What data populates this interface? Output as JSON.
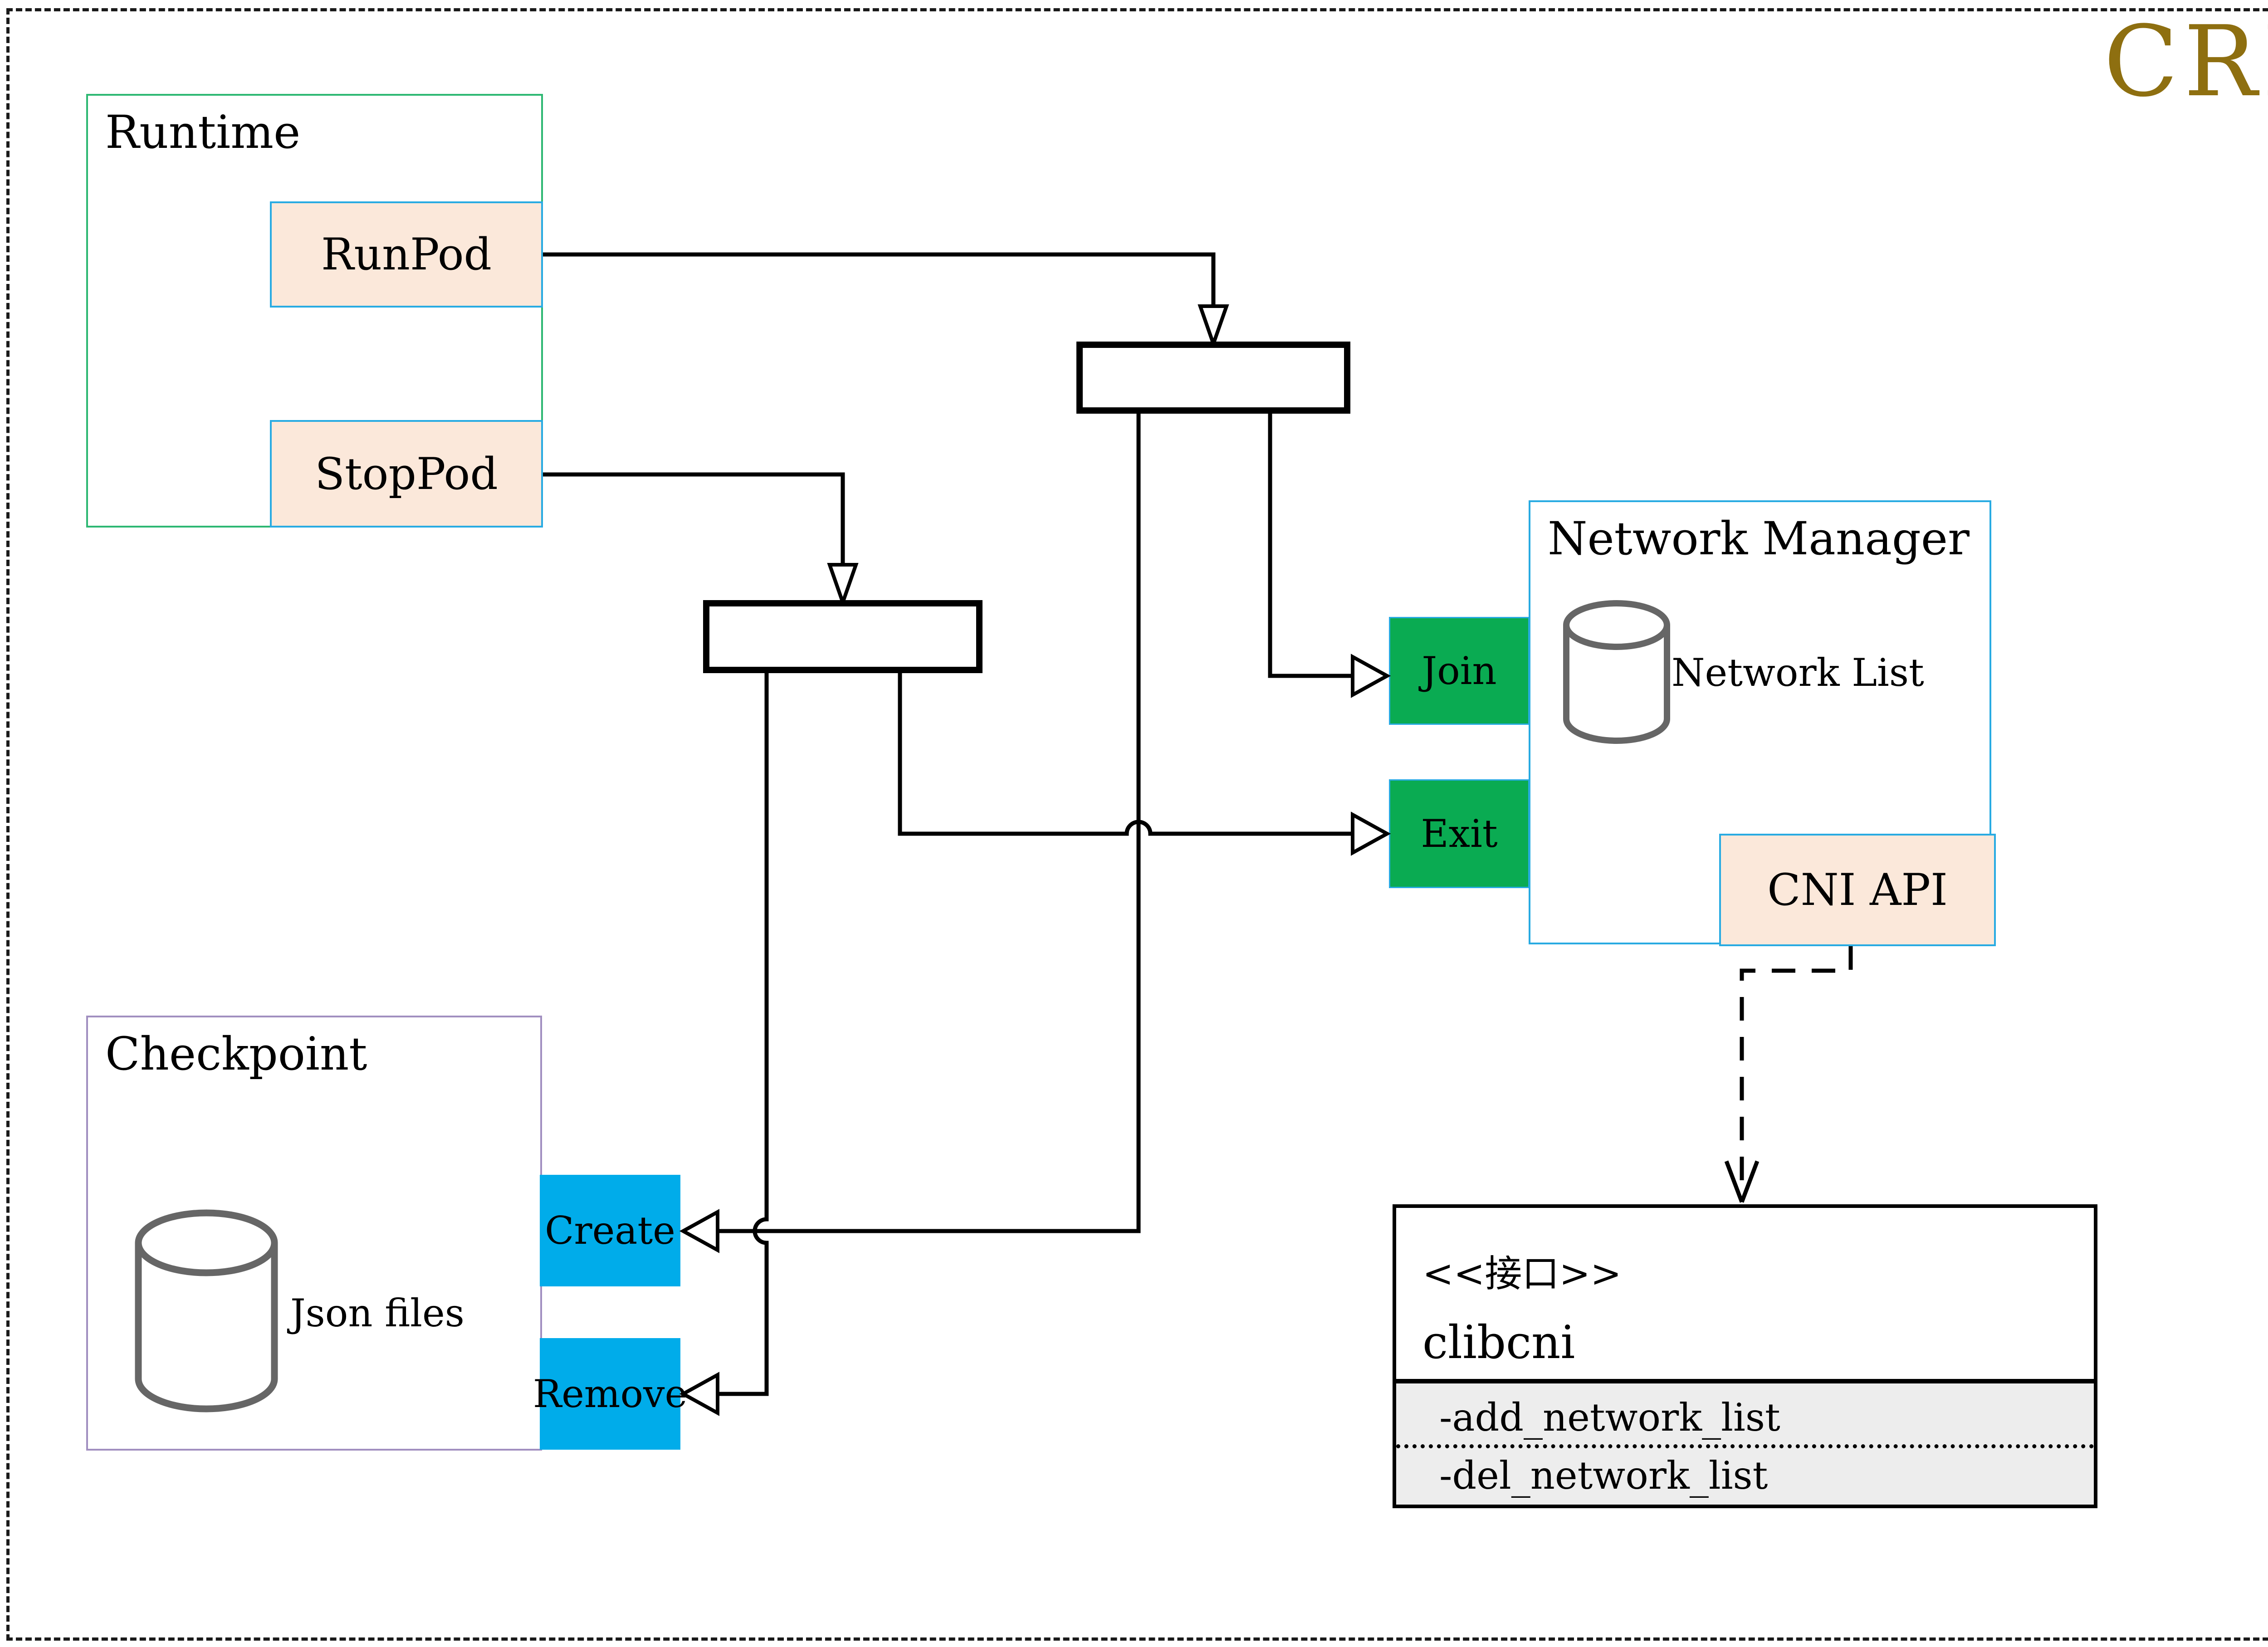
{
  "title": "CRI",
  "colors": {
    "title_text": "#8e6f10",
    "runtime_border": "#2eb873",
    "checkpoint_border": "#a18fc0",
    "network_manager_border": "#29abe2",
    "call_box_fill": "#fbe8da",
    "call_box_border": "#29abe2",
    "green_action_fill": "#0aab52",
    "blue_action_fill": "#00acea",
    "interface_section_fill": "#ededed",
    "cylinder_stroke": "#666666",
    "line_color": "#000000"
  },
  "runtime": {
    "label": "Runtime",
    "runpod_label": "RunPod",
    "stoppod_label": "StopPod"
  },
  "checkpoint": {
    "label": "Checkpoint",
    "database_label": "Json files",
    "create_label": "Create",
    "remove_label": "Remove"
  },
  "network_manager": {
    "label": "Network Manager",
    "database_label": "Network List",
    "join_label": "Join",
    "exit_label": "Exit",
    "cni_api_label": "CNI API"
  },
  "clibcni_interface": {
    "stereotype": "<<接口>>",
    "name": "clibcni",
    "methods": [
      "-add_network_list",
      "-del_network_list"
    ]
  }
}
